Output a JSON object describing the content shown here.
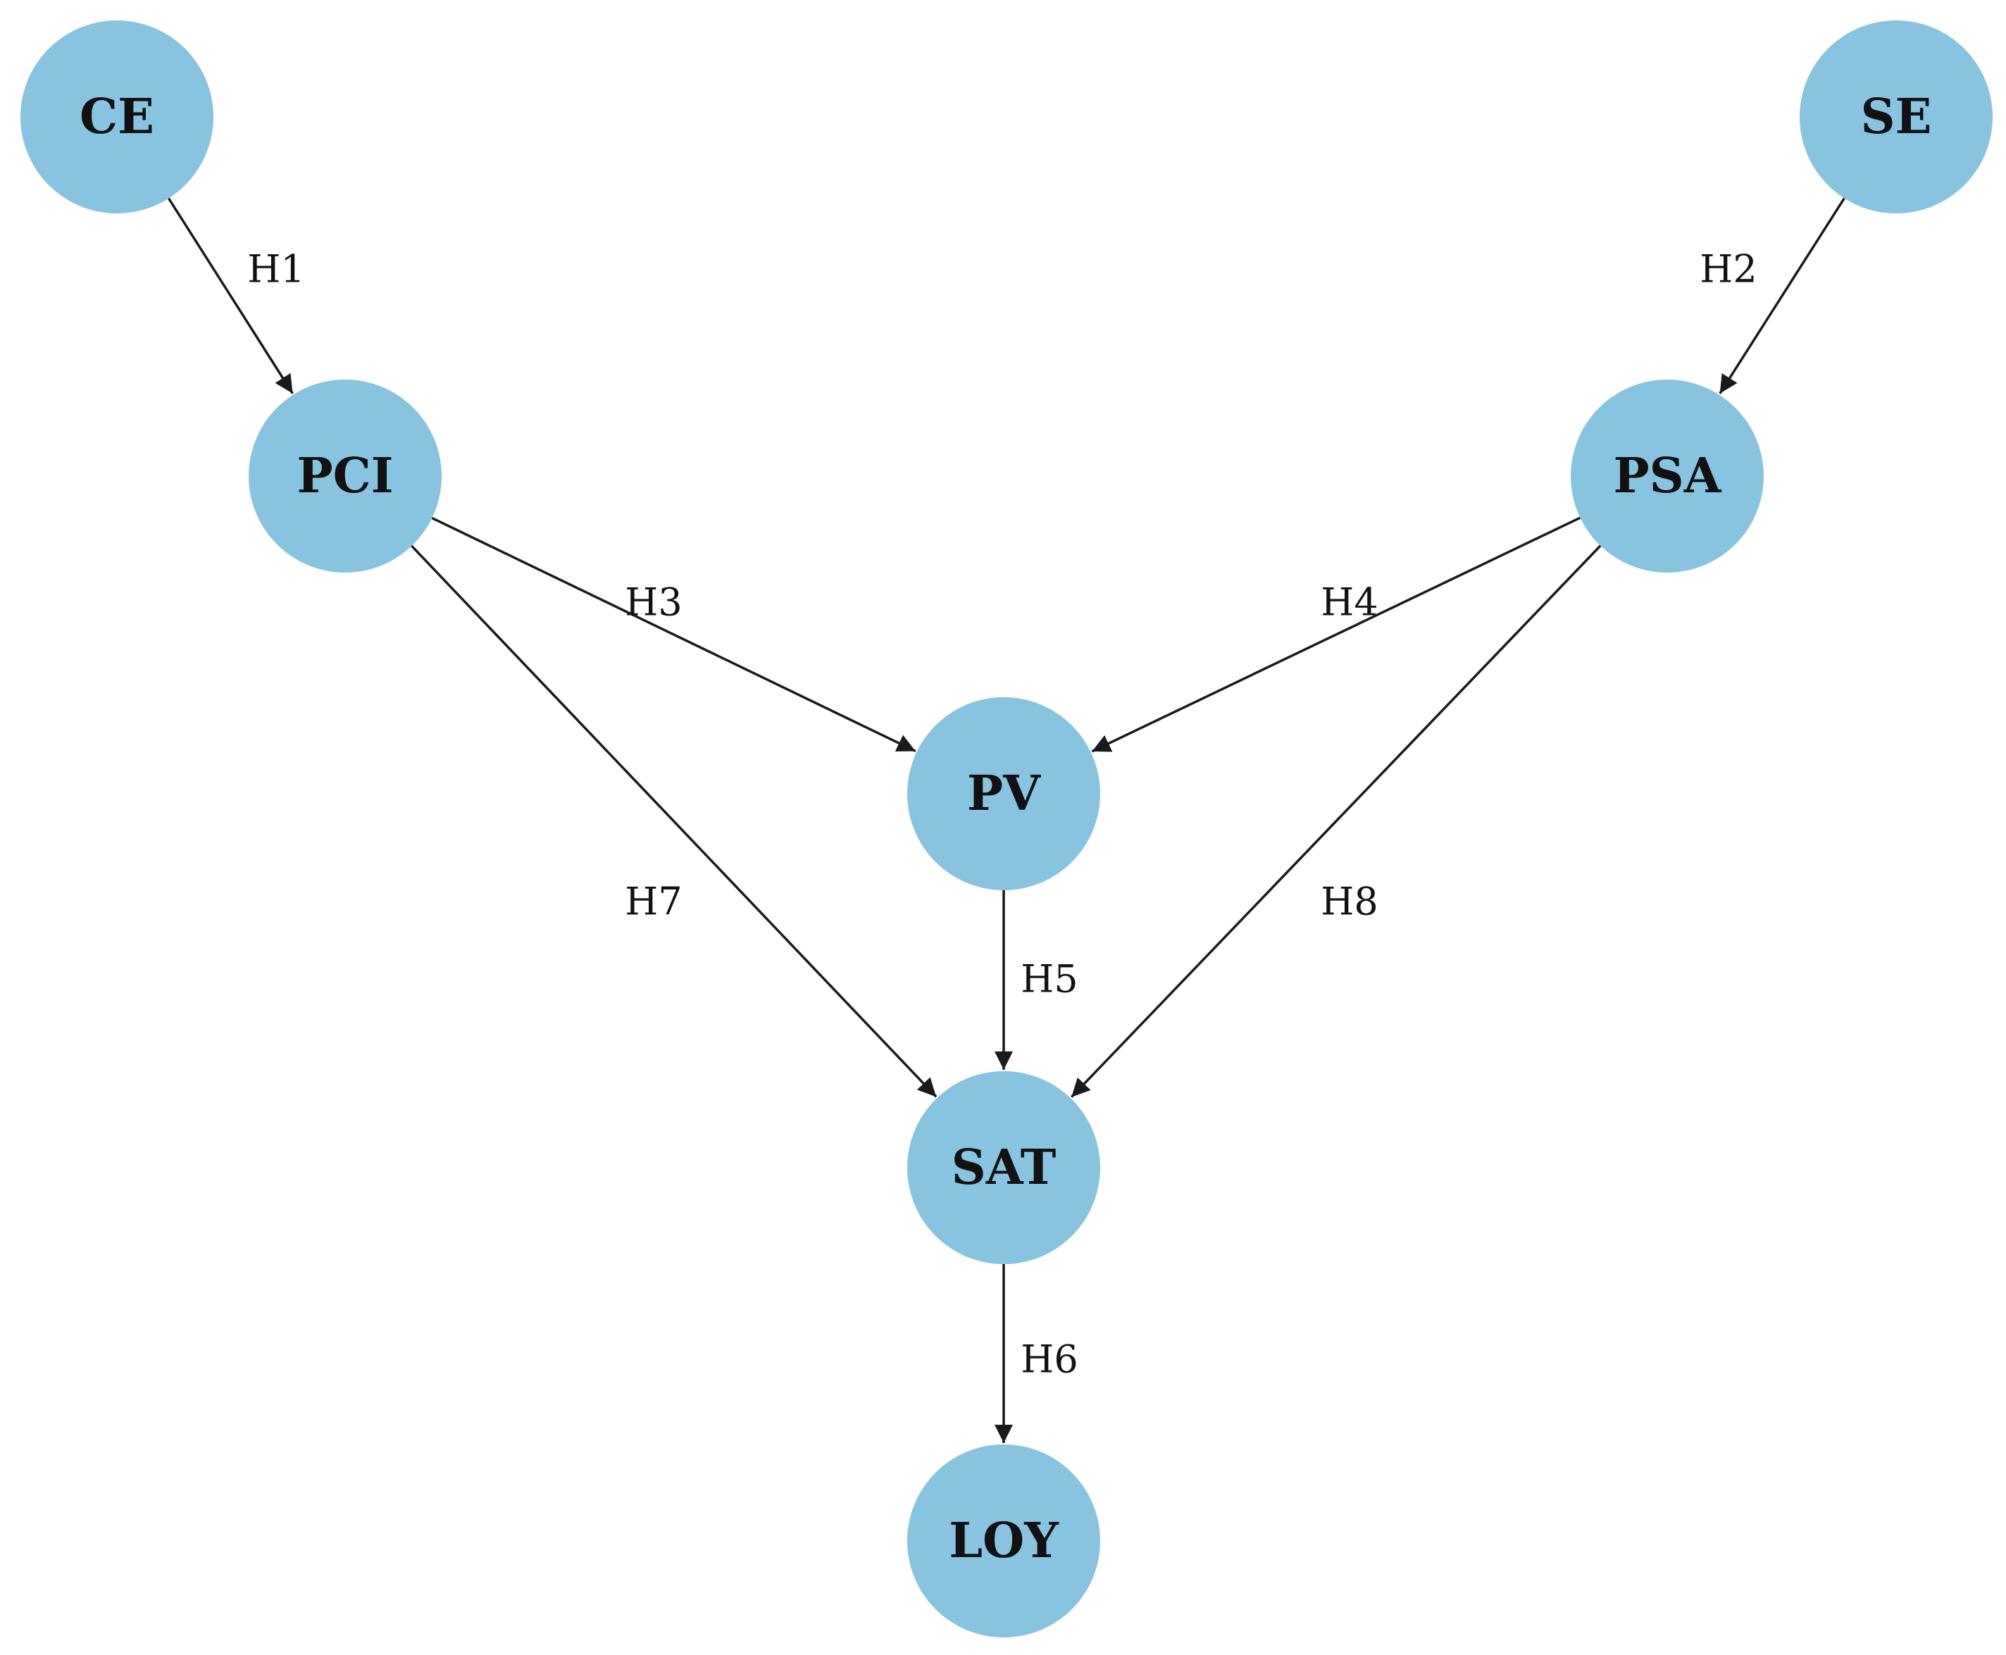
{
  "diagram": {
    "colors": {
      "node_fill": "#88c4df",
      "edge": "#1a1a1a",
      "text": "#111111",
      "background": "#ffffff"
    },
    "nodes": [
      {
        "id": "CE",
        "label": "CE"
      },
      {
        "id": "SE",
        "label": "SE"
      },
      {
        "id": "PCI",
        "label": "PCI"
      },
      {
        "id": "PSA",
        "label": "PSA"
      },
      {
        "id": "PV",
        "label": "PV"
      },
      {
        "id": "SAT",
        "label": "SAT"
      },
      {
        "id": "LOY",
        "label": "LOY"
      }
    ],
    "edges": [
      {
        "id": "H1",
        "label": "H1",
        "from": "CE",
        "to": "PCI"
      },
      {
        "id": "H2",
        "label": "H2",
        "from": "SE",
        "to": "PSA"
      },
      {
        "id": "H3",
        "label": "H3",
        "from": "PCI",
        "to": "PV"
      },
      {
        "id": "H4",
        "label": "H4",
        "from": "PSA",
        "to": "PV"
      },
      {
        "id": "H5",
        "label": "H5",
        "from": "PV",
        "to": "SAT"
      },
      {
        "id": "H6",
        "label": "H6",
        "from": "SAT",
        "to": "LOY"
      },
      {
        "id": "H7",
        "label": "H7",
        "from": "PCI",
        "to": "SAT"
      },
      {
        "id": "H8",
        "label": "H8",
        "from": "PSA",
        "to": "SAT"
      }
    ]
  }
}
